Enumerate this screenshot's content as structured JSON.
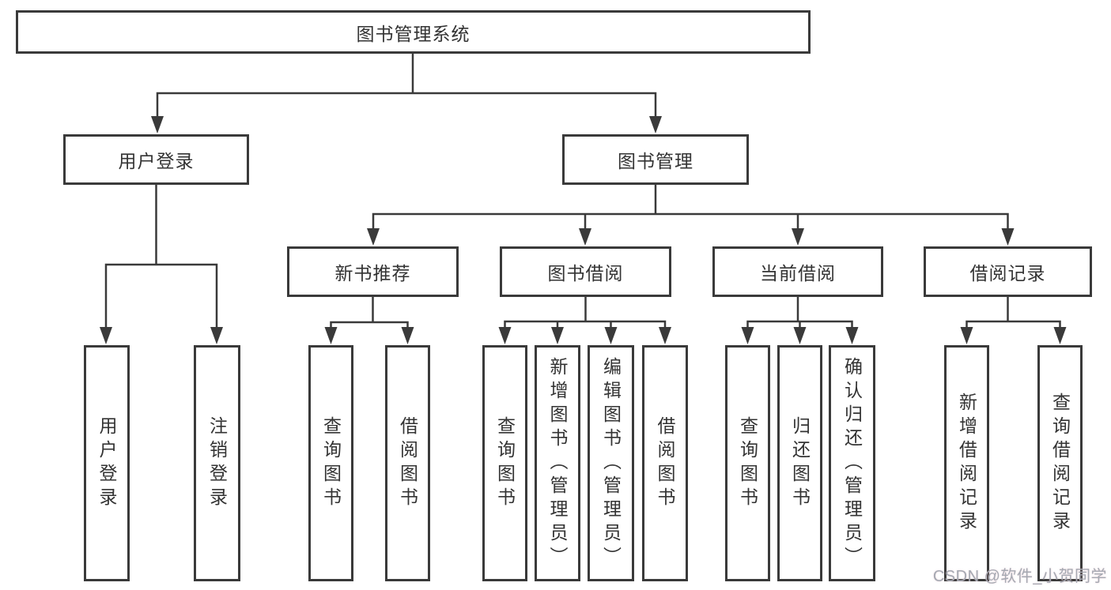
{
  "diagram": {
    "root": {
      "label": "图书管理系统"
    },
    "level2": {
      "user_login": {
        "label": "用户登录"
      },
      "book_mgmt": {
        "label": "图书管理"
      }
    },
    "level3": {
      "new_books": {
        "label": "新书推荐"
      },
      "book_borrow": {
        "label": "图书借阅"
      },
      "current_borrow": {
        "label": "当前借阅"
      },
      "borrow_records": {
        "label": "借阅记录"
      }
    },
    "leaves": {
      "user_login": [
        "用户登录",
        "注销登录"
      ],
      "new_books": [
        "查询图书",
        "借阅图书"
      ],
      "book_borrow": [
        "查询图书",
        "新增图书（管理员）",
        "编辑图书（管理员）",
        "借阅图书"
      ],
      "current_borrow": [
        "查询图书",
        "归还图书",
        "确认归还（管理员）"
      ],
      "borrow_records": [
        "新增借阅记录",
        "查询借阅记录"
      ]
    },
    "watermark": "CSDN @软件_小贺同学",
    "colors": {
      "line": "#3a3a3a",
      "text": "#333333",
      "box_background": "#ffffff",
      "watermark": "#a5a9b2"
    }
  }
}
